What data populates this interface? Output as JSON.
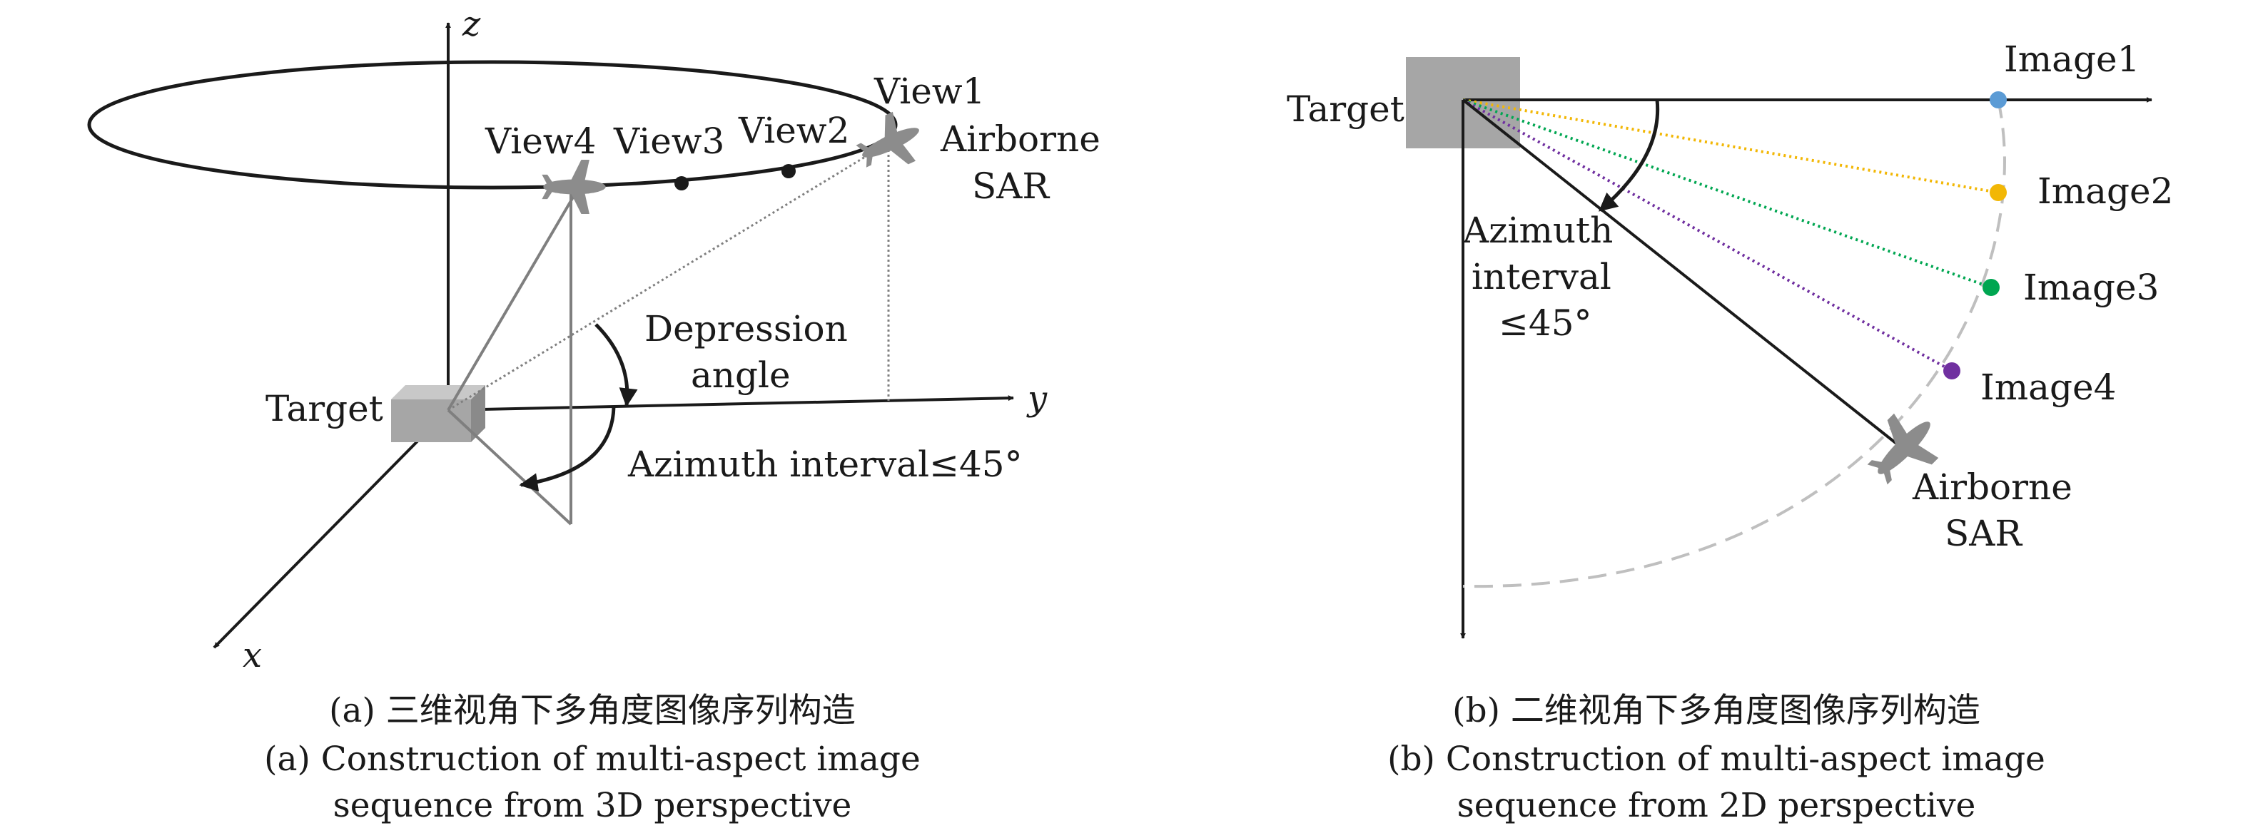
{
  "panel_a": {
    "axes": {
      "x": "x",
      "y": "y",
      "z": "z"
    },
    "target_label": "Target",
    "views": [
      "View1",
      "View2",
      "View3",
      "View4"
    ],
    "sar_label": [
      "Airborne",
      "SAR"
    ],
    "depression_label": [
      "Depression",
      "angle"
    ],
    "azimuth_label": "Azimuth interval≤45°",
    "caption": [
      "(a) 三维视角下多角度图像序列构造",
      "(a) Construction of multi-aspect image",
      "sequence from 3D perspective"
    ]
  },
  "panel_b": {
    "target_label": "Target",
    "images": [
      {
        "label": "Image1",
        "color": "#5b9bd5"
      },
      {
        "label": "Image2",
        "color": "#f2b705"
      },
      {
        "label": "Image3",
        "color": "#00a651"
      },
      {
        "label": "Image4",
        "color": "#7030a0"
      }
    ],
    "azimuth_label": [
      "Azimuth",
      "interval",
      "≤45°"
    ],
    "sar_label": [
      "Airborne",
      "SAR"
    ],
    "caption": [
      "(b) 二维视角下多角度图像序列构造",
      "(b) Construction of multi-aspect image",
      "sequence from 2D perspective"
    ]
  },
  "colors": {
    "line": "#1a1a1a",
    "gray_box": "#a6a6a6",
    "dashed_arc": "#bfbfbf",
    "aircraft": "#8c8c8c"
  }
}
